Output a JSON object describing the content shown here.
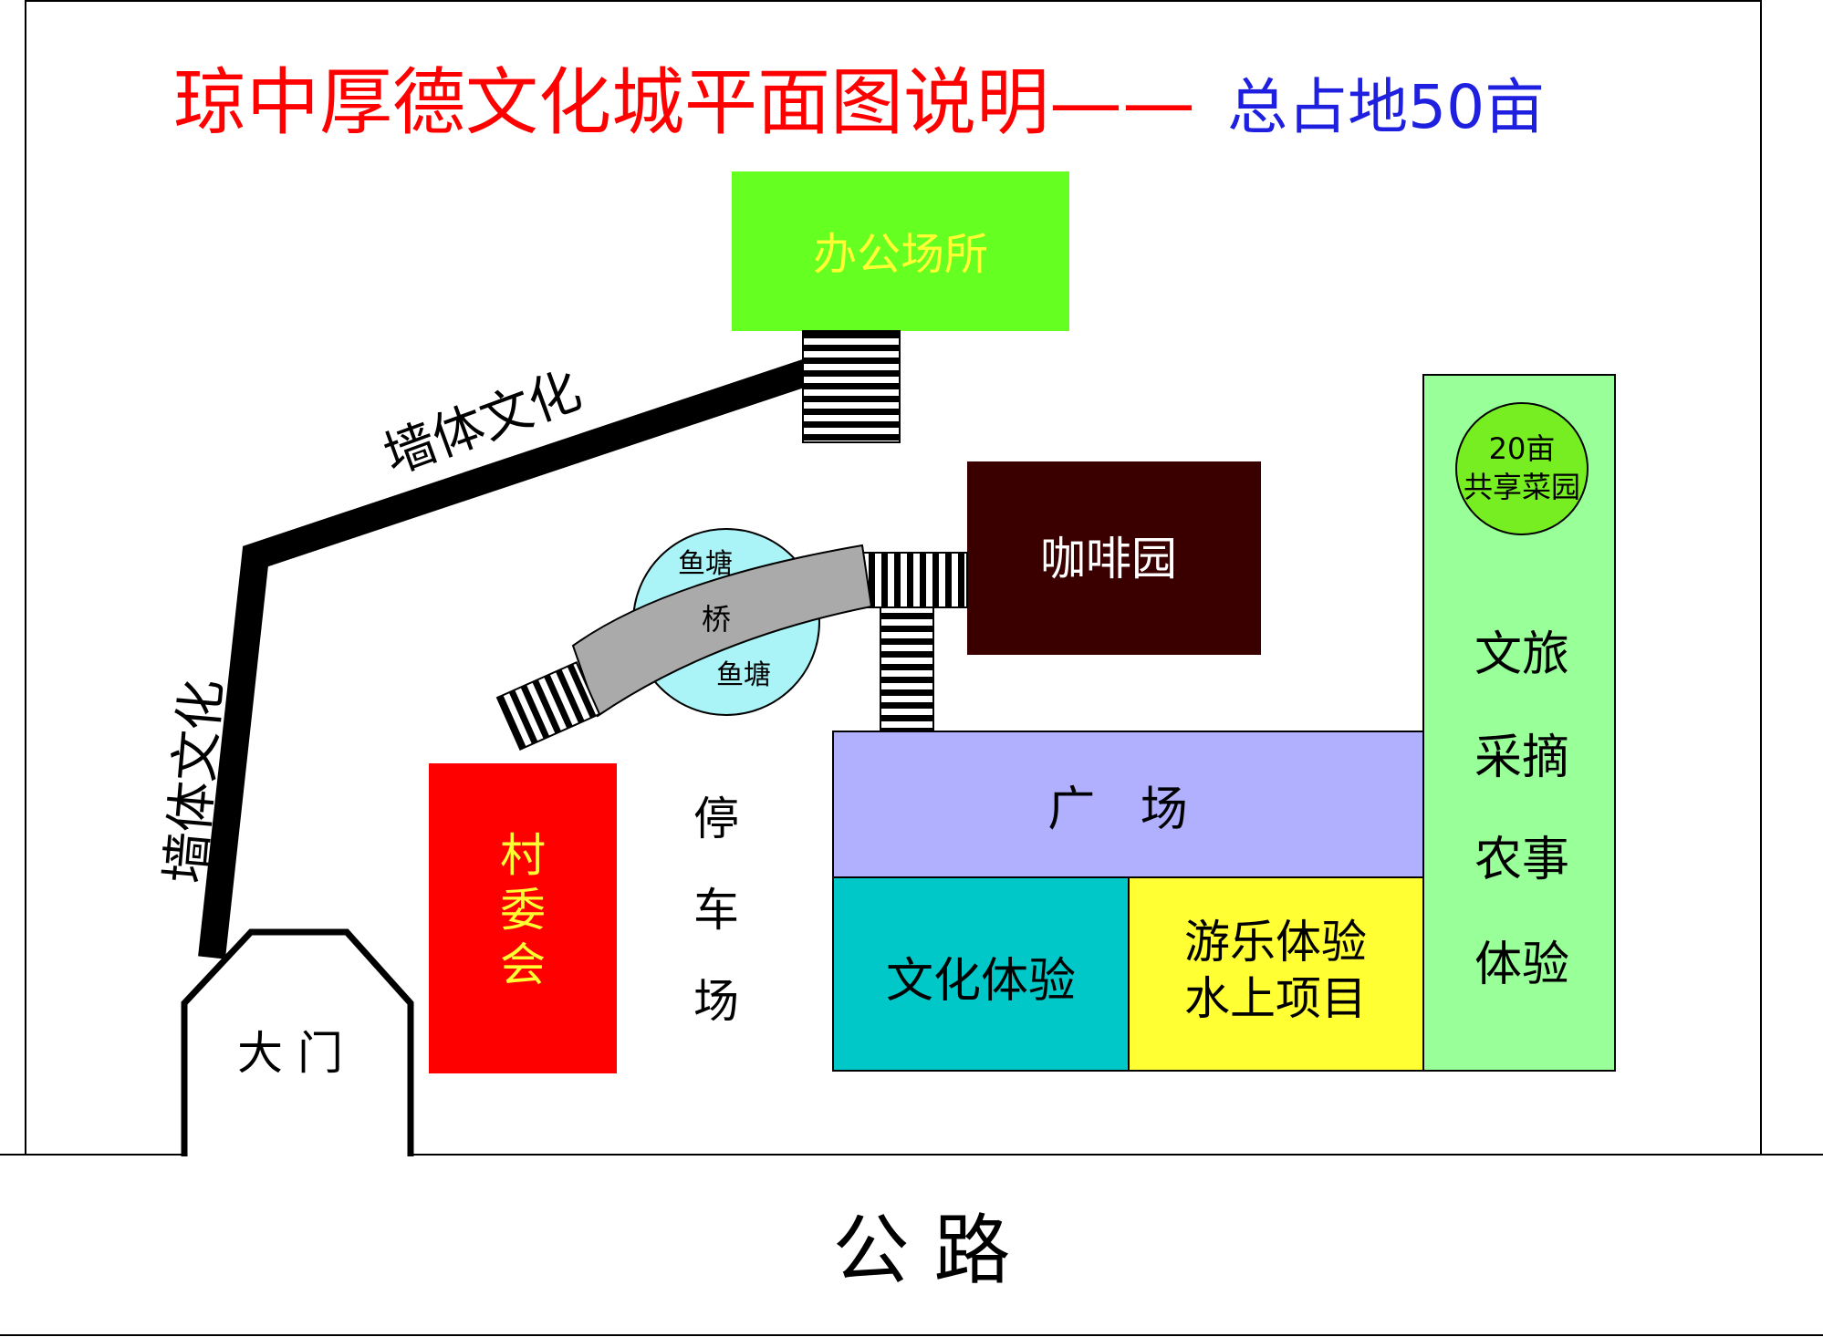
{
  "title": {
    "main": "琼中厚德文化城平面图说明——",
    "sub": "总占地50亩"
  },
  "colors": {
    "title_main": "#ff0000",
    "title_sub": "#1f1fe0",
    "office": "#66ff22",
    "office_text": "#ffff33",
    "cafe": "#3a0000",
    "plaza": "#b0b0ff",
    "culture": "#00c8c8",
    "fun": "#ffff33",
    "farm": "#99ff99",
    "garden_circle": "#77ee22",
    "village": "#ff0000",
    "village_text": "#ffff33",
    "pond": "#aaf4f8",
    "bridge": "#aaaaaa"
  },
  "labels": {
    "office": "办公场所",
    "cafe": "咖啡园",
    "plaza": "广   场",
    "culture": "文化体验",
    "fun_line1": "游乐体验",
    "fun_line2": "水上项目",
    "farm_line1": "文旅",
    "farm_line2": "采摘",
    "farm_line3": "农事",
    "farm_line4": "体验",
    "garden_line1": "20亩",
    "garden_line2": "共享菜园",
    "village_line1": "村",
    "village_line2": "委",
    "village_line3": "会",
    "parking_line1": "停",
    "parking_line2": "车",
    "parking_line3": "场",
    "pond_top": "鱼塘",
    "pond_bottom": "鱼塘",
    "bridge": "桥",
    "gate": "大 门",
    "wall_upper": "墙体文化",
    "wall_left": "墙体文化",
    "road": "公    路"
  }
}
